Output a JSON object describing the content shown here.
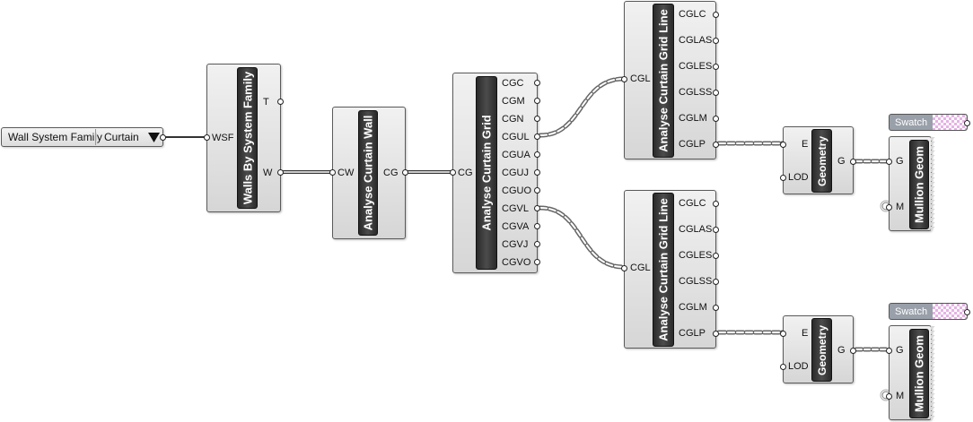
{
  "value_list": {
    "label": "Wall System Family",
    "value": "Curtain"
  },
  "walls_by_family": {
    "name": "Walls By System Family",
    "inputs": [
      "WSF"
    ],
    "outputs": [
      "T",
      "W"
    ]
  },
  "analyse_wall": {
    "name": "Analyse Curtain Wall",
    "inputs": [
      "CW"
    ],
    "outputs": [
      "CG"
    ]
  },
  "analyse_grid": {
    "name": "Analyse Curtain Grid",
    "inputs": [
      "CG"
    ],
    "outputs": [
      "CGC",
      "CGM",
      "CGN",
      "CGUL",
      "CGUA",
      "CGUJ",
      "CGUO",
      "CGVL",
      "CGVA",
      "CGVJ",
      "CGVO"
    ]
  },
  "grid_line_1": {
    "name": "Analyse Curtain Grid Line",
    "inputs": [
      "CGL"
    ],
    "outputs": [
      "CGLC",
      "CGLAS",
      "CGLES",
      "CGLSS",
      "CGLM",
      "CGLP"
    ]
  },
  "grid_line_2": {
    "name": "Analyse Curtain Grid Line",
    "inputs": [
      "CGL"
    ],
    "outputs": [
      "CGLC",
      "CGLAS",
      "CGLES",
      "CGLSS",
      "CGLM",
      "CGLP"
    ]
  },
  "geometry_1": {
    "name": "Geometry",
    "inputs": [
      "E",
      "LOD"
    ],
    "outputs": [
      "G"
    ]
  },
  "geometry_2": {
    "name": "Geometry",
    "inputs": [
      "E",
      "LOD"
    ],
    "outputs": [
      "G"
    ]
  },
  "swatch_1": {
    "label": "Swatch"
  },
  "swatch_2": {
    "label": "Swatch"
  },
  "mullion_1": {
    "name": "Mullion Geom",
    "inputs": [
      "G",
      "M"
    ]
  },
  "mullion_2": {
    "name": "Mullion Geom",
    "inputs": [
      "G",
      "M"
    ]
  },
  "colors": {
    "canvas": "#ffffff",
    "wire": "#555555",
    "bar": "#333333",
    "swatch_fill": "#e5b3e5"
  }
}
